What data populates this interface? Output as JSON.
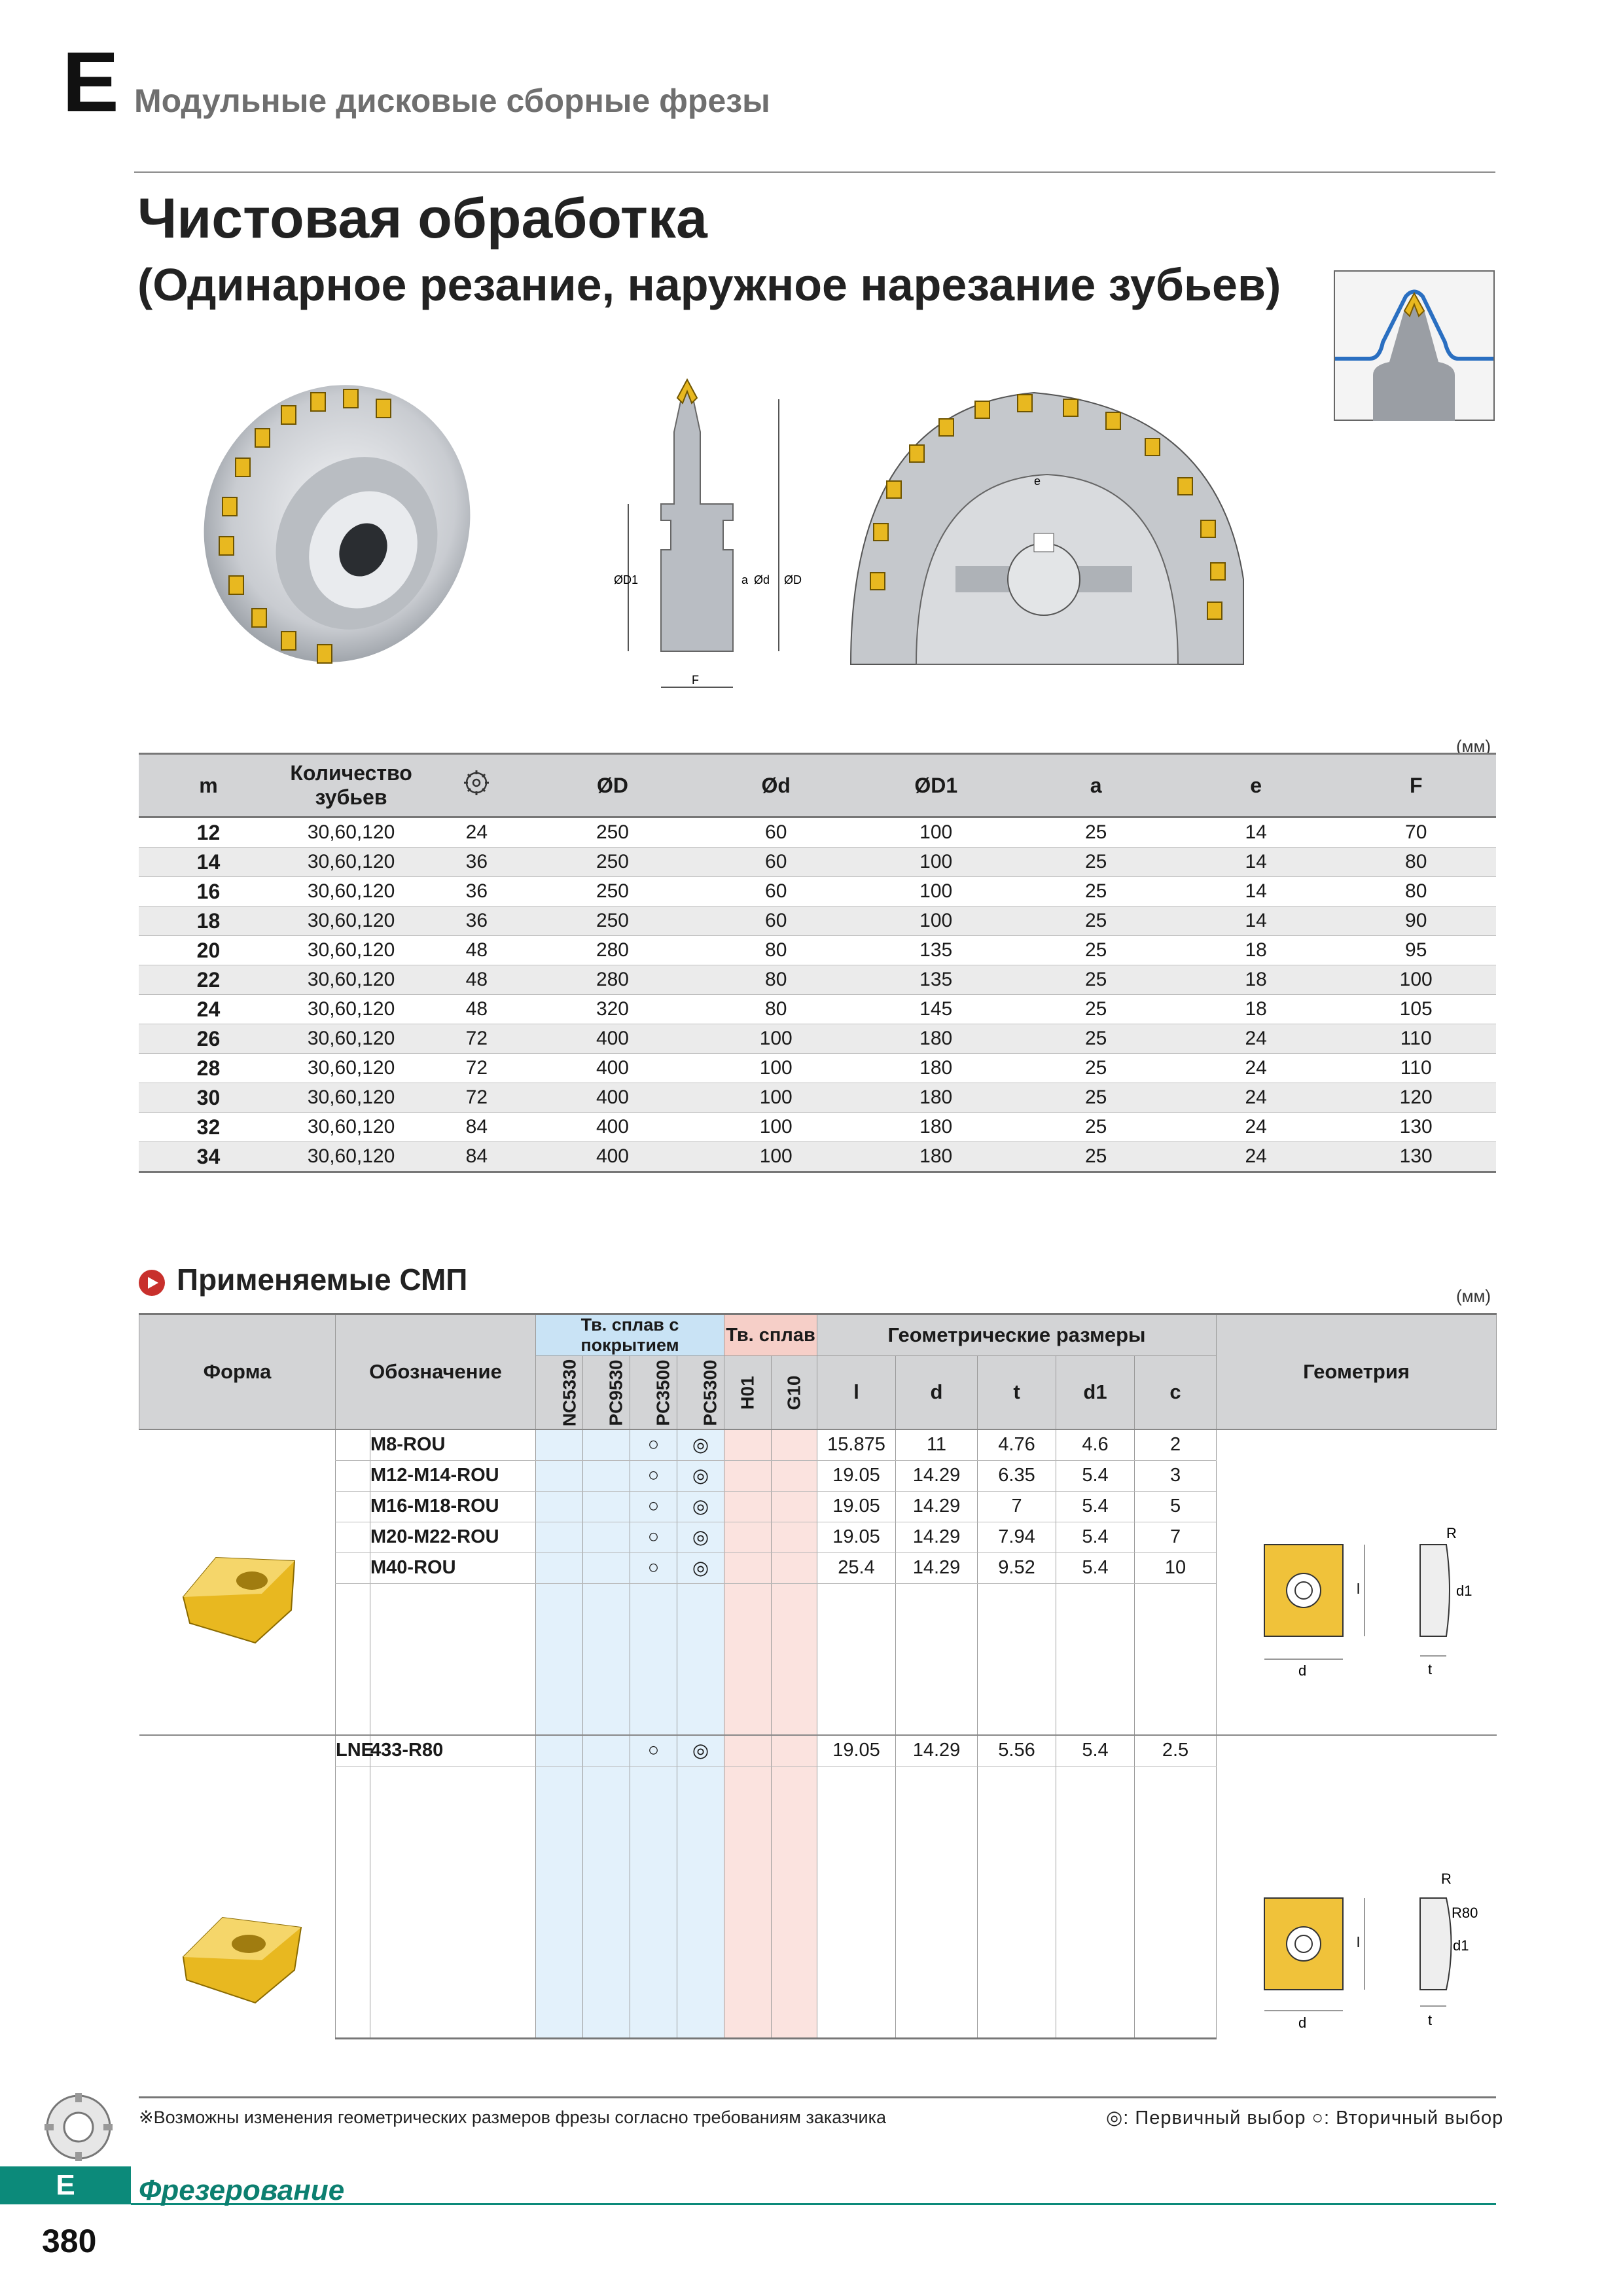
{
  "header": {
    "section_letter": "E",
    "section_title": "Модульные дисковые сборные фрезы",
    "main_title": "Чистовая обработка",
    "sub_title": "(Одинарное резание, наружное нарезание зубьев)"
  },
  "drawing_labels": {
    "D1": "ØD1",
    "a": "a",
    "d": "Ød",
    "D": "ØD",
    "F": "F",
    "e": "e",
    "insert_l": "l",
    "insert_d": "d",
    "insert_d1": "d1",
    "insert_t": "t",
    "insert_R": "R",
    "insert_R80": "R80"
  },
  "spec_table": {
    "unit": "(мм)",
    "columns": [
      "m",
      "Количество зубьев",
      "insert-count-icon",
      "ØD",
      "Ød",
      "ØD1",
      "a",
      "e",
      "F"
    ],
    "rows": [
      [
        "12",
        "30,60,120",
        "24",
        "250",
        "60",
        "100",
        "25",
        "14",
        "70"
      ],
      [
        "14",
        "30,60,120",
        "36",
        "250",
        "60",
        "100",
        "25",
        "14",
        "80"
      ],
      [
        "16",
        "30,60,120",
        "36",
        "250",
        "60",
        "100",
        "25",
        "14",
        "80"
      ],
      [
        "18",
        "30,60,120",
        "36",
        "250",
        "60",
        "100",
        "25",
        "14",
        "90"
      ],
      [
        "20",
        "30,60,120",
        "48",
        "280",
        "80",
        "135",
        "25",
        "18",
        "95"
      ],
      [
        "22",
        "30,60,120",
        "48",
        "280",
        "80",
        "135",
        "25",
        "18",
        "100"
      ],
      [
        "24",
        "30,60,120",
        "48",
        "320",
        "80",
        "145",
        "25",
        "18",
        "105"
      ],
      [
        "26",
        "30,60,120",
        "72",
        "400",
        "100",
        "180",
        "25",
        "24",
        "110"
      ],
      [
        "28",
        "30,60,120",
        "72",
        "400",
        "100",
        "180",
        "25",
        "24",
        "110"
      ],
      [
        "30",
        "30,60,120",
        "72",
        "400",
        "100",
        "180",
        "25",
        "24",
        "120"
      ],
      [
        "32",
        "30,60,120",
        "84",
        "400",
        "100",
        "180",
        "25",
        "24",
        "130"
      ],
      [
        "34",
        "30,60,120",
        "84",
        "400",
        "100",
        "180",
        "25",
        "24",
        "130"
      ]
    ]
  },
  "inserts": {
    "title": "Применяемые СМП",
    "unit": "(мм)",
    "headers": {
      "form": "Форма",
      "designation": "Обозначение",
      "coated": "Тв. сплав с покрытием",
      "carbide": "Тв. сплав",
      "geometric": "Геометрические размеры",
      "geometry": "Геометрия",
      "grades_coated": [
        "NC5330",
        "PC9530",
        "PC3500",
        "PC5300"
      ],
      "grades_carbide": [
        "H01",
        "G10"
      ],
      "dims": [
        "l",
        "d",
        "t",
        "d1",
        "c"
      ]
    },
    "group1": [
      {
        "prefix": "",
        "code": "M8-ROU",
        "sec": "○",
        "prim": "◎",
        "l": "15.875",
        "d": "11",
        "t": "4.76",
        "d1": "4.6",
        "c": "2"
      },
      {
        "prefix": "",
        "code": "M12-M14-ROU",
        "sec": "○",
        "prim": "◎",
        "l": "19.05",
        "d": "14.29",
        "t": "6.35",
        "d1": "5.4",
        "c": "3"
      },
      {
        "prefix": "",
        "code": "M16-M18-ROU",
        "sec": "○",
        "prim": "◎",
        "l": "19.05",
        "d": "14.29",
        "t": "7",
        "d1": "5.4",
        "c": "5"
      },
      {
        "prefix": "",
        "code": "M20-M22-ROU",
        "sec": "○",
        "prim": "◎",
        "l": "19.05",
        "d": "14.29",
        "t": "7.94",
        "d1": "5.4",
        "c": "7"
      },
      {
        "prefix": "",
        "code": "M40-ROU",
        "sec": "○",
        "prim": "◎",
        "l": "25.4",
        "d": "14.29",
        "t": "9.52",
        "d1": "5.4",
        "c": "10"
      }
    ],
    "group2": [
      {
        "prefix": "LNE",
        "code": "433-R80",
        "sec": "○",
        "prim": "◎",
        "l": "19.05",
        "d": "14.29",
        "t": "5.56",
        "d1": "5.4",
        "c": "2.5"
      }
    ]
  },
  "footer": {
    "note": "※Возможны изменения геометрических размеров фрезы согласно требованиям заказчика",
    "legend": "◎: Первичный выбор  ○: Вторичный выбор",
    "tab": "E",
    "section": "Фрезерование",
    "page": "380"
  },
  "colors": {
    "accent_teal": "#0c8a7a",
    "insert_gold": "#e8b820",
    "coated_bg": "#e3f1fb",
    "carbide_bg": "#fbe3df"
  }
}
